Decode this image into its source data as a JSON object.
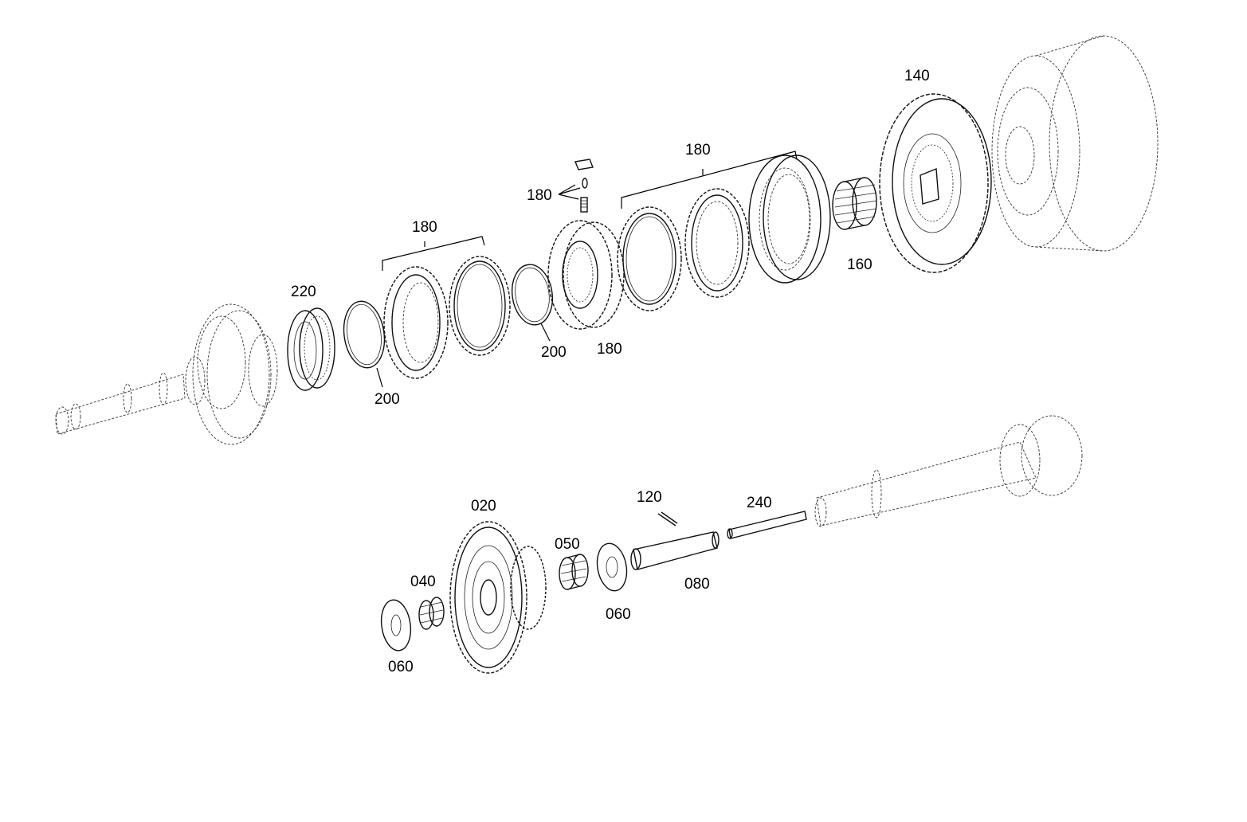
{
  "callouts": {
    "c220": "220",
    "c200_left": "200",
    "c180_left_group": "180",
    "c180_small_parts": "180",
    "c200_mid": "200",
    "c180_hub": "180",
    "c180_right_group": "180",
    "c160": "160",
    "c140": "140",
    "c020": "020",
    "c040": "040",
    "c050": "050",
    "c060_left": "060",
    "c060_right": "060",
    "c080": "080",
    "c120": "120",
    "c240": "240"
  }
}
